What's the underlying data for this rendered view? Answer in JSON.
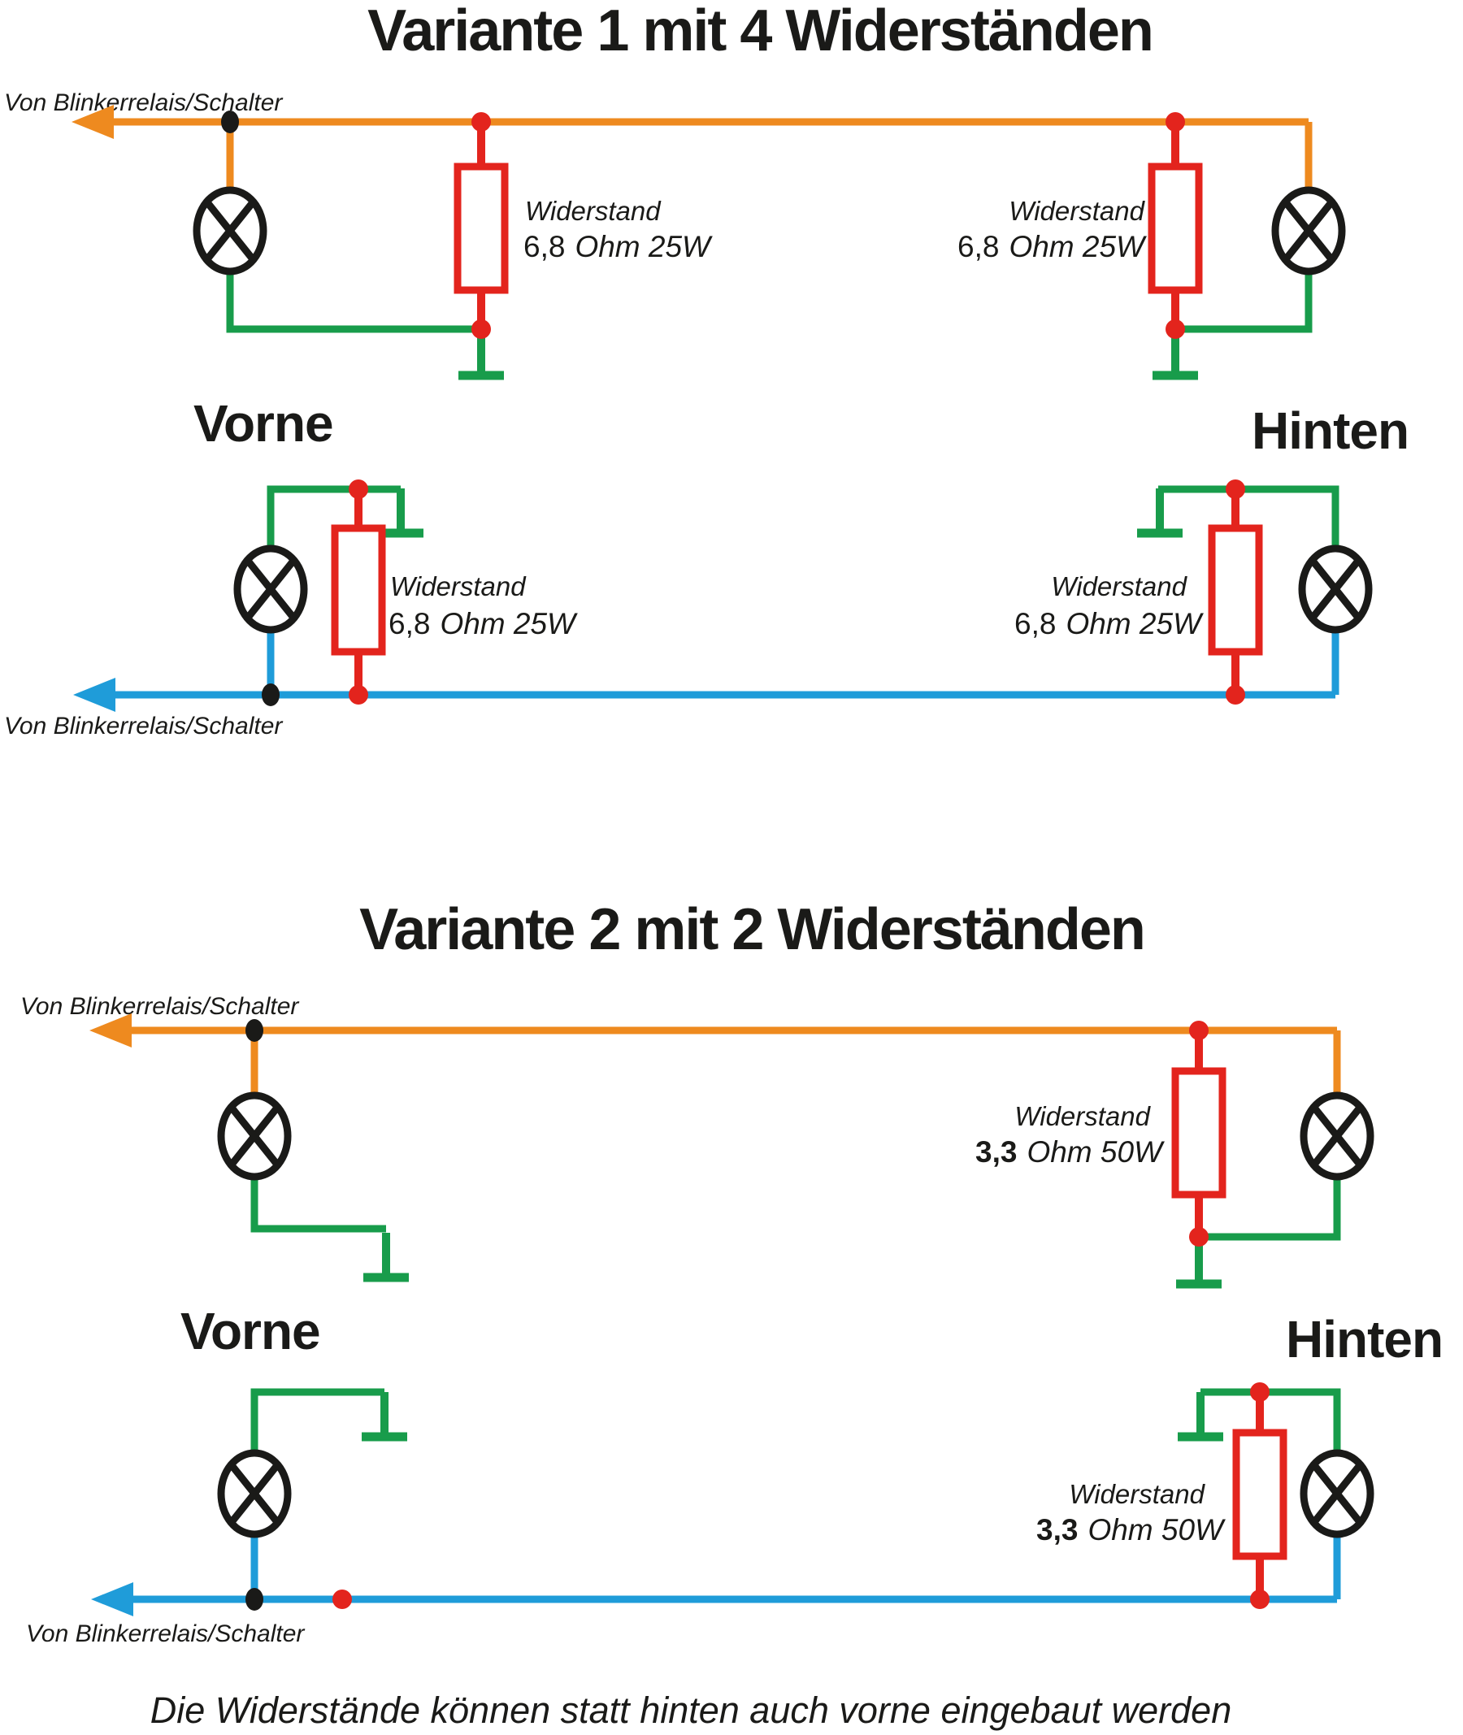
{
  "variant1": {
    "title": "Variante 1 mit 4 Widerständen",
    "resistor": {
      "name": "Widerstand",
      "value": "6,8",
      "unit": "Ohm 25W"
    }
  },
  "variant2": {
    "title": "Variante 2 mit 2 Widerständen",
    "resistor": {
      "name": "Widerstand",
      "value": "3,3",
      "unit": "Ohm 50W"
    }
  },
  "labels": {
    "source": "Von Blinkerrelais/Schalter",
    "front": "Vorne",
    "rear": "Hinten",
    "note": "Die Widerstände können statt hinten auch vorne eingebaut werden"
  },
  "colors": {
    "orange": "#EE8A1F",
    "green": "#189C4B",
    "red": "#E3241D",
    "blue": "#1F9CD9",
    "black": "#1A1A18",
    "background": "#FFFFFF"
  }
}
